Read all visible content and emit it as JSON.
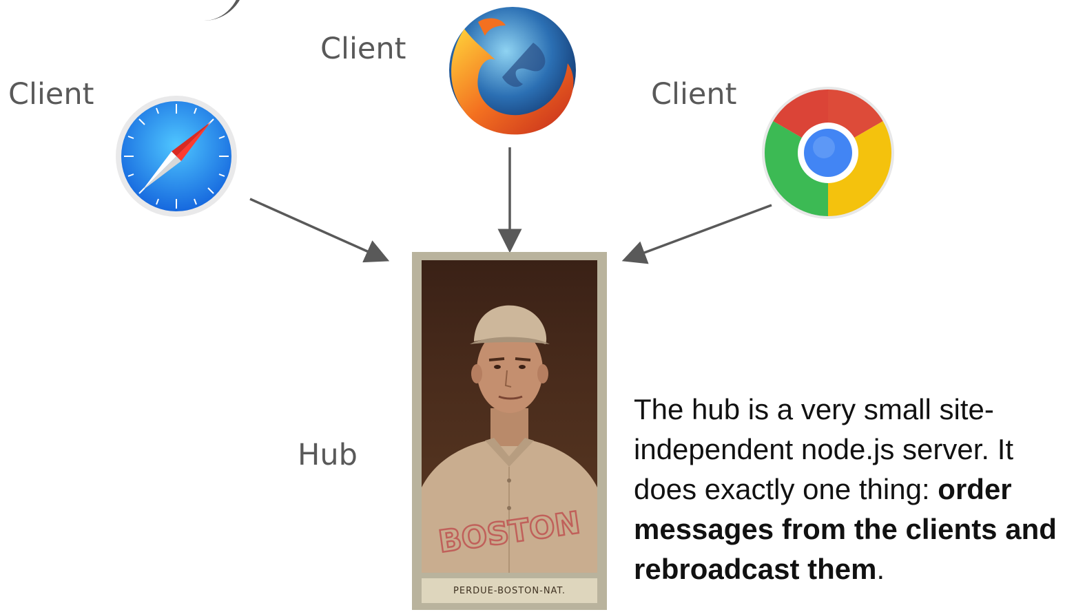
{
  "labels": {
    "client_left": "Client",
    "client_middle": "Client",
    "client_right": "Client",
    "hub": "Hub"
  },
  "icons": {
    "client_left": "safari-compass-icon",
    "client_middle": "firefox-globe-icon",
    "client_right": "chrome-icon"
  },
  "hub_card": {
    "caption": "PERDUE-BOSTON-NAT.",
    "jersey_text": "BOSTON"
  },
  "description": {
    "plain": "The hub is a very small site-independent node.js server.  It does exactly one thing: ",
    "bold": "order messages from the clients and rebroadcast them",
    "end": "."
  },
  "colors": {
    "label_gray": "#595959",
    "arrow_gray": "#595959",
    "text_black": "#111111"
  }
}
